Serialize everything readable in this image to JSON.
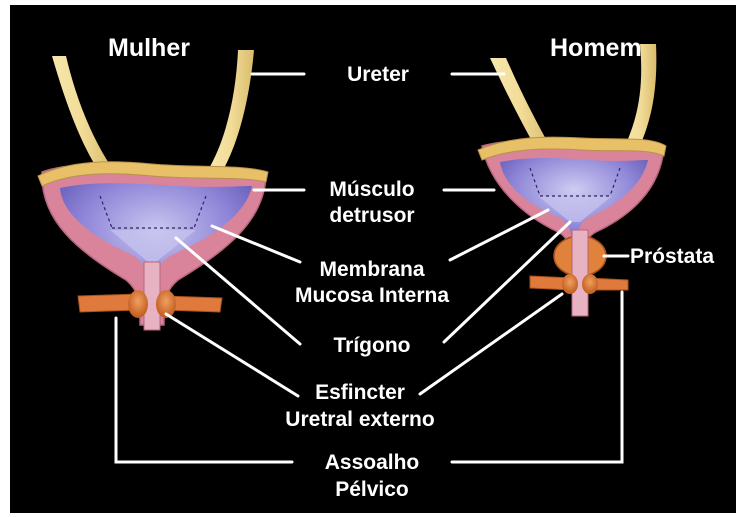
{
  "titles": {
    "female": "Mulher",
    "male": "Homem"
  },
  "labels": {
    "ureter": "Ureter",
    "muscle_line1": "Músculo",
    "muscle_line2": "detrusor",
    "membrane_line1": "Membrana",
    "membrane_line2": "Mucosa Interna",
    "trigone": "Trígono",
    "prostate": "Próstata",
    "sphincter_line1": "Esfincter",
    "sphincter_line2": "Uretral externo",
    "floor_line1": "Assoalho",
    "floor_line2": "Pélvico"
  },
  "colors": {
    "background": "#000000",
    "ureter": "#f2dc98",
    "bladder_wall": "#d9849a",
    "mucosa": "#8f86d8",
    "muscle_band": "#e8c068",
    "sphincter": "#d8722e",
    "prostate": "#e0823c",
    "leader_lines": "#ffffff"
  }
}
